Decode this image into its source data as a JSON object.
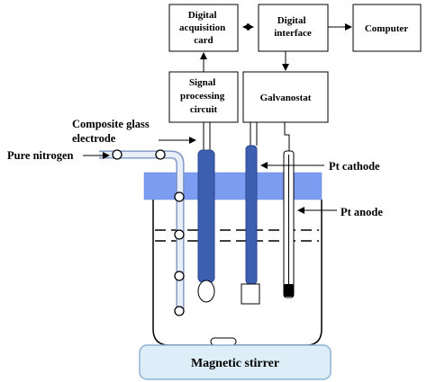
{
  "boxes": {
    "digital_acquisition_card": [
      "Digital",
      "acquisition",
      "card"
    ],
    "digital_interface": [
      "Digital",
      "interface"
    ],
    "computer": [
      "Computer"
    ],
    "signal_processing_circuit": [
      "Signal",
      "processing",
      "circuit"
    ],
    "galvanostat": [
      "Galvanostat"
    ]
  },
  "labels": {
    "composite_glass_electrode": [
      "Composite glass",
      "electrode"
    ],
    "pure_nitrogen": "Pure nitrogen",
    "pt_cathode": "Pt cathode",
    "pt_anode": "Pt anode"
  },
  "stirrer": {
    "label": "Magnetic stirrer"
  },
  "colors": {
    "lid": "#7b9cf0",
    "electrode": "#3d5fb0",
    "stirrer_fill": "#ddeef8",
    "stirrer_border": "#8fb3d6",
    "gas_tube": "#9ab0d8"
  }
}
